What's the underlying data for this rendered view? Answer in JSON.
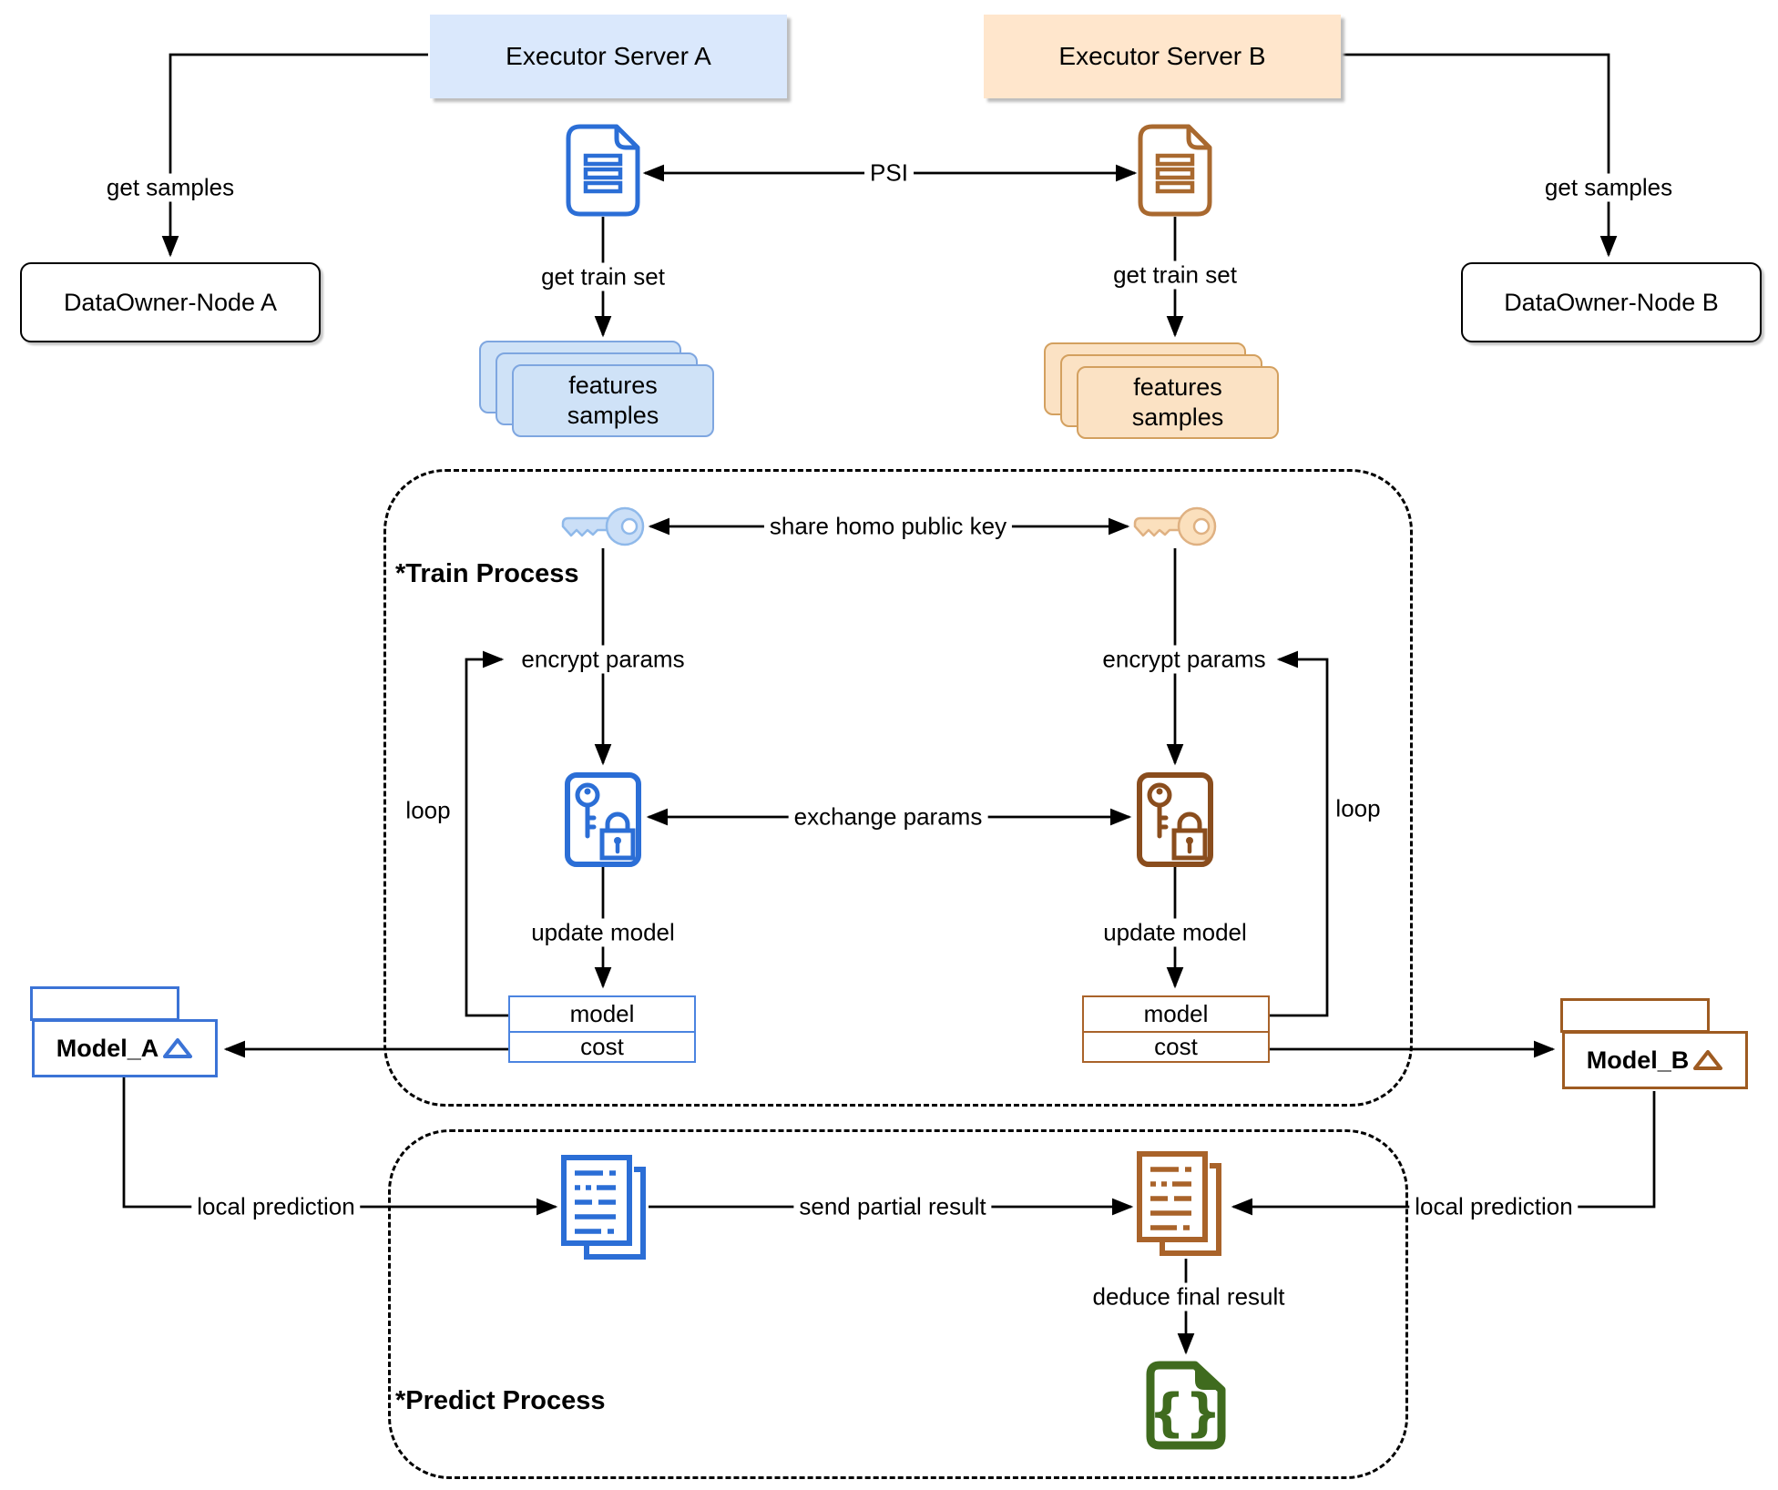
{
  "servers": {
    "a": "Executor Server A",
    "b": "Executor Server B"
  },
  "data_owners": {
    "a": "DataOwner-Node A",
    "b": "DataOwner-Node B"
  },
  "features_stack": {
    "line1": "features",
    "line2": "samples"
  },
  "edge_labels": {
    "get_samples": "get samples",
    "psi": "PSI",
    "get_train_set": "get train set",
    "share_homo_public_key": "share homo public key",
    "encrypt_params": "encrypt params",
    "exchange_params": "exchange params",
    "update_model": "update model",
    "loop": "loop",
    "local_prediction": "local prediction",
    "send_partial_result": "send partial result",
    "deduce_final_result": "deduce final result"
  },
  "model_box": {
    "row1": "model",
    "row2": "cost"
  },
  "models": {
    "a": "Model_A",
    "b": "Model_B"
  },
  "process_labels": {
    "train": "*Train Process",
    "predict": "*Predict Process"
  },
  "final_result_glyph": "{}",
  "icons": {
    "psi_document": "document-icon",
    "homo_public_key": "key-icon",
    "encrypted_params": "key-and-padlock-icon",
    "partial_result": "document-stack-icon",
    "final_result": "curly-braces-document-icon",
    "model_artifact": "triangle-icon"
  },
  "colors": {
    "party_a_fill": "#dae8fc",
    "party_a_stack_fill": "#cfe2f7",
    "party_a_stack_stroke": "#7ea6e0",
    "party_a_icon": "#2b6ed6",
    "party_b_fill": "#ffe6cc",
    "party_b_stack_fill": "#fbe2c4",
    "party_b_stack_stroke": "#d3a05f",
    "party_b_icon": "#8f4f1e",
    "model_a_border": "#3b73d6",
    "model_b_border": "#9e5b21",
    "result_green": "#3f6b1e",
    "connector": "#000000"
  }
}
